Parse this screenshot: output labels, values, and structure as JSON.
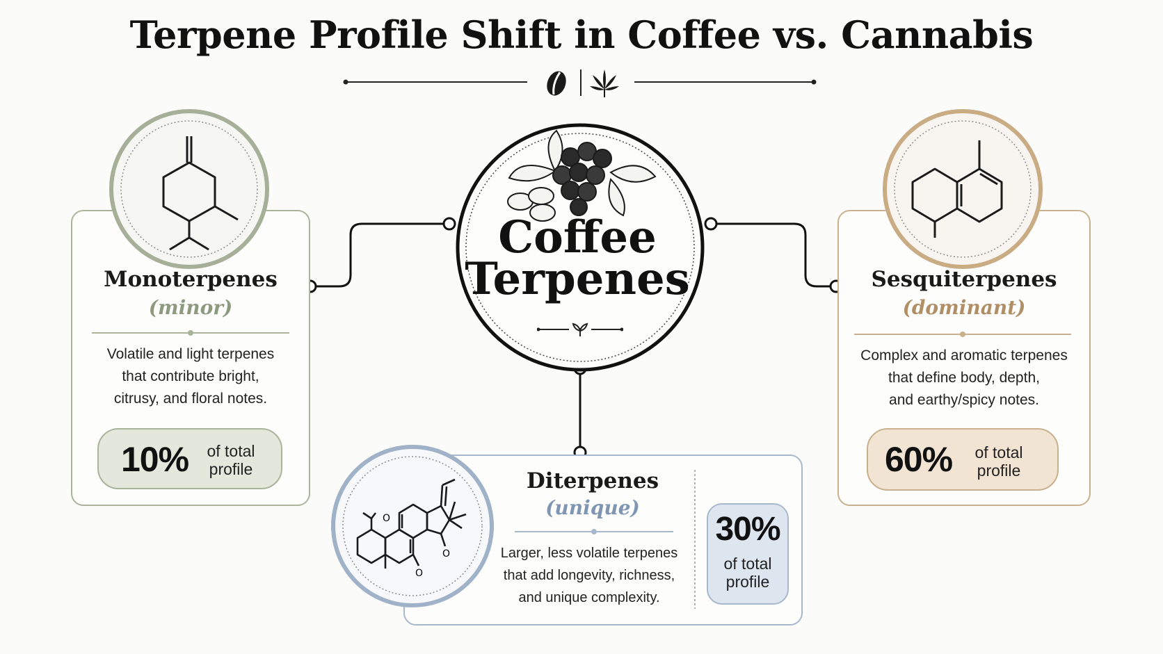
{
  "title": "Terpene Profile Shift in Coffee vs. Cannabis",
  "header_icons": [
    "coffee-bean-icon",
    "cannabis-leaf-icon"
  ],
  "center": {
    "title_line1": "Coffee",
    "title_line2": "Terpenes",
    "icon": "coffee-cherries-icon"
  },
  "groups": {
    "monoterpenes": {
      "title": "Monoterpenes",
      "subtitle": "(minor)",
      "desc_lines": [
        "Volatile and light terpenes",
        "that contribute bright,",
        "citrusy, and floral notes."
      ],
      "percent": "10%",
      "percent_value": 10,
      "percent_label_lines": [
        "of total",
        "profile"
      ],
      "color": "#9aa88a"
    },
    "sesquiterpenes": {
      "title": "Sesquiterpenes",
      "subtitle": "(dominant)",
      "desc_lines": [
        "Complex and aromatic terpenes",
        "that define body, depth,",
        "and earthy/spicy notes."
      ],
      "percent": "60%",
      "percent_value": 60,
      "percent_label_lines": [
        "of total",
        "profile"
      ],
      "color": "#b89a73"
    },
    "diterpenes": {
      "title": "Diterpenes",
      "subtitle": "(unique)",
      "desc_lines": [
        "Larger, less volatile terpenes",
        "that add longevity, richness,",
        "and unique complexity."
      ],
      "percent": "30%",
      "percent_value": 30,
      "percent_label_lines": [
        "of total",
        "profile"
      ],
      "color": "#8ea3bd"
    }
  },
  "molecule_atom_labels": [
    "O",
    "O",
    "O"
  ]
}
